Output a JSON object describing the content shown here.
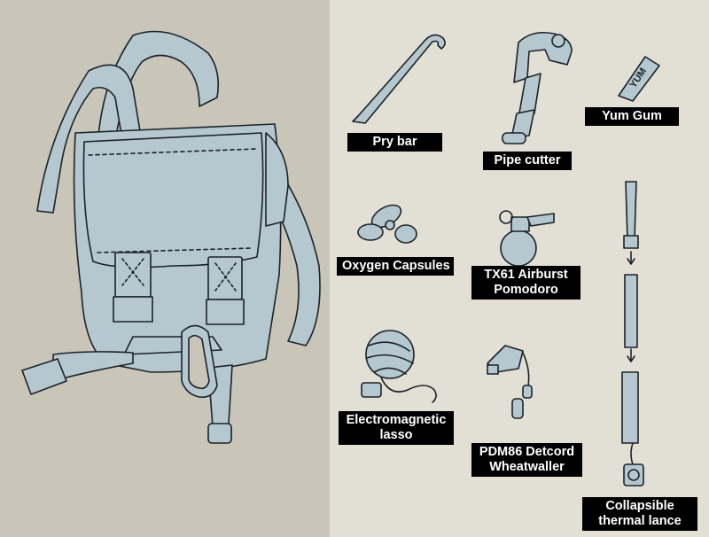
{
  "colors": {
    "left_bg": "#c9c5b9",
    "right_bg": "#e2dfd4",
    "item_fill": "#b5c8cf",
    "ink": "#1c2228",
    "label_bg": "#000000",
    "label_text": "#ffffff"
  },
  "items": {
    "backpack": {
      "icon": "backpack-icon"
    },
    "pry_bar": {
      "label": "Pry bar",
      "icon": "pry-bar-icon"
    },
    "pipe_cutter": {
      "label": "Pipe cutter",
      "icon": "pipe-cutter-icon"
    },
    "yum_gum": {
      "label": "Yum Gum",
      "icon": "gum-pack-icon",
      "wrapper_text": "YUM"
    },
    "oxygen_capsules": {
      "label": "Oxygen Capsules",
      "icon": "oxygen-capsules-icon"
    },
    "airburst": {
      "label_line1": "TX61 Airburst",
      "label_line2": "Pomodoro",
      "icon": "grenade-icon"
    },
    "lasso": {
      "label_line1": "Electromagnetic",
      "label_line2": "lasso",
      "icon": "lasso-icon"
    },
    "detcord": {
      "label_line1": "PDM86 Detcord",
      "label_line2": "Wheatwaller",
      "icon": "detcord-icon"
    },
    "lance": {
      "label_line1": "Collapsible",
      "label_line2": "thermal lance",
      "icon": "thermal-lance-icon"
    }
  }
}
